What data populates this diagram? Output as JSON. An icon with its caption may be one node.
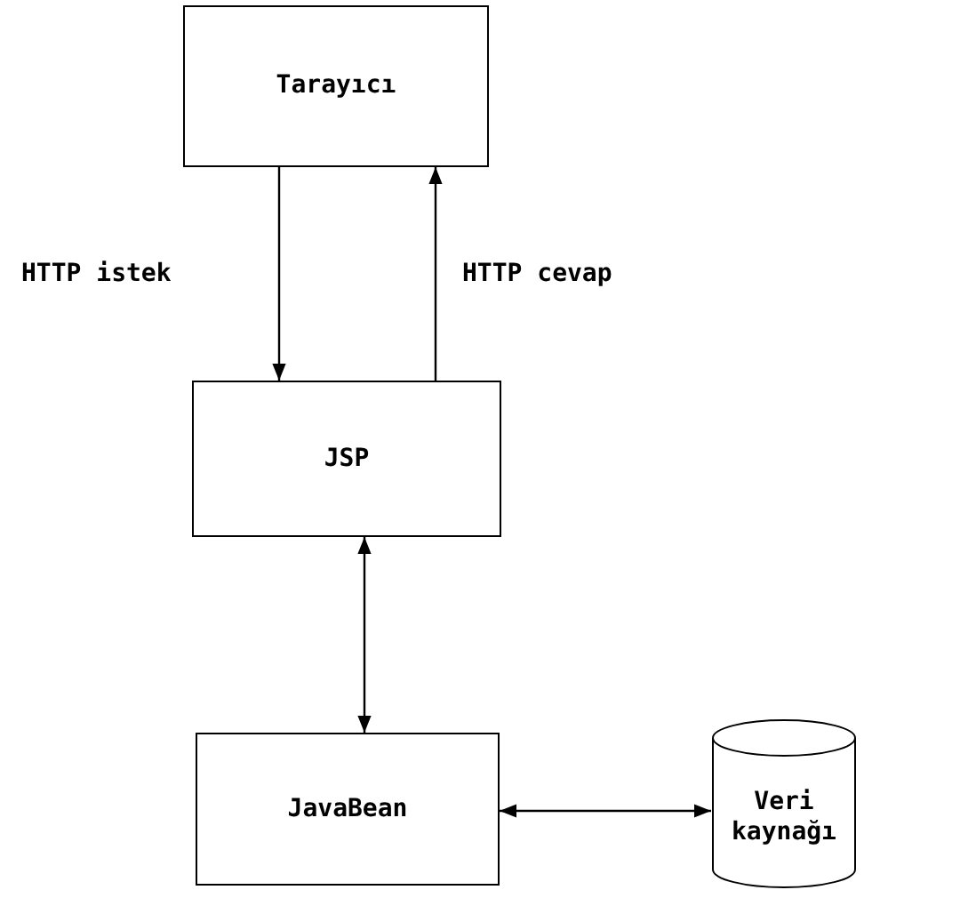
{
  "diagram": {
    "nodes": [
      {
        "text": [
          "Tarayıcı"
        ]
      },
      {
        "text": [
          "JSP"
        ]
      },
      {
        "text": [
          "JavaBean"
        ]
      },
      {
        "text": [
          "Veri kaynağı"
        ]
      }
    ],
    "edges": [
      {
        "from": 0,
        "to": 1,
        "arrow": "to",
        "label": "HTTP istek"
      },
      {
        "from": 1,
        "to": 0,
        "arrow": "to",
        "label": "HTTP cevap"
      },
      {
        "from": 1,
        "to": 2,
        "arrow": "both"
      },
      {
        "from": 2,
        "to": 3,
        "arrow": "both"
      }
    ]
  }
}
